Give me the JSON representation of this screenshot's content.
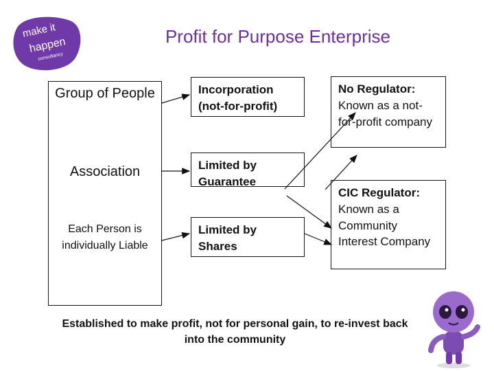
{
  "logo": {
    "line1": "make it",
    "line2": "happen",
    "line3": "consultancy"
  },
  "title": "Profit for Purpose Enterprise",
  "left_column": {
    "group": "Group of People",
    "association": "Association",
    "liability": "Each Person is individually Liable"
  },
  "middle_column": {
    "incorporation": "Incorporation (not-for-profit)",
    "guarantee": "Limited by Guarantee",
    "shares": "Limited by Shares"
  },
  "right_column": {
    "no_regulator": {
      "head": "No Regulator:",
      "body": "Known as a not-for-profit company"
    },
    "cic_regulator": {
      "head": "CIC Regulator:",
      "body": "Known as a Community Interest Company"
    }
  },
  "footer": "Established to make profit, not for personal gain, to re-invest back into the community",
  "colors": {
    "title": "#6b2fa0",
    "logo": "#6f3aa8",
    "mascot": "#8b5cc0"
  }
}
